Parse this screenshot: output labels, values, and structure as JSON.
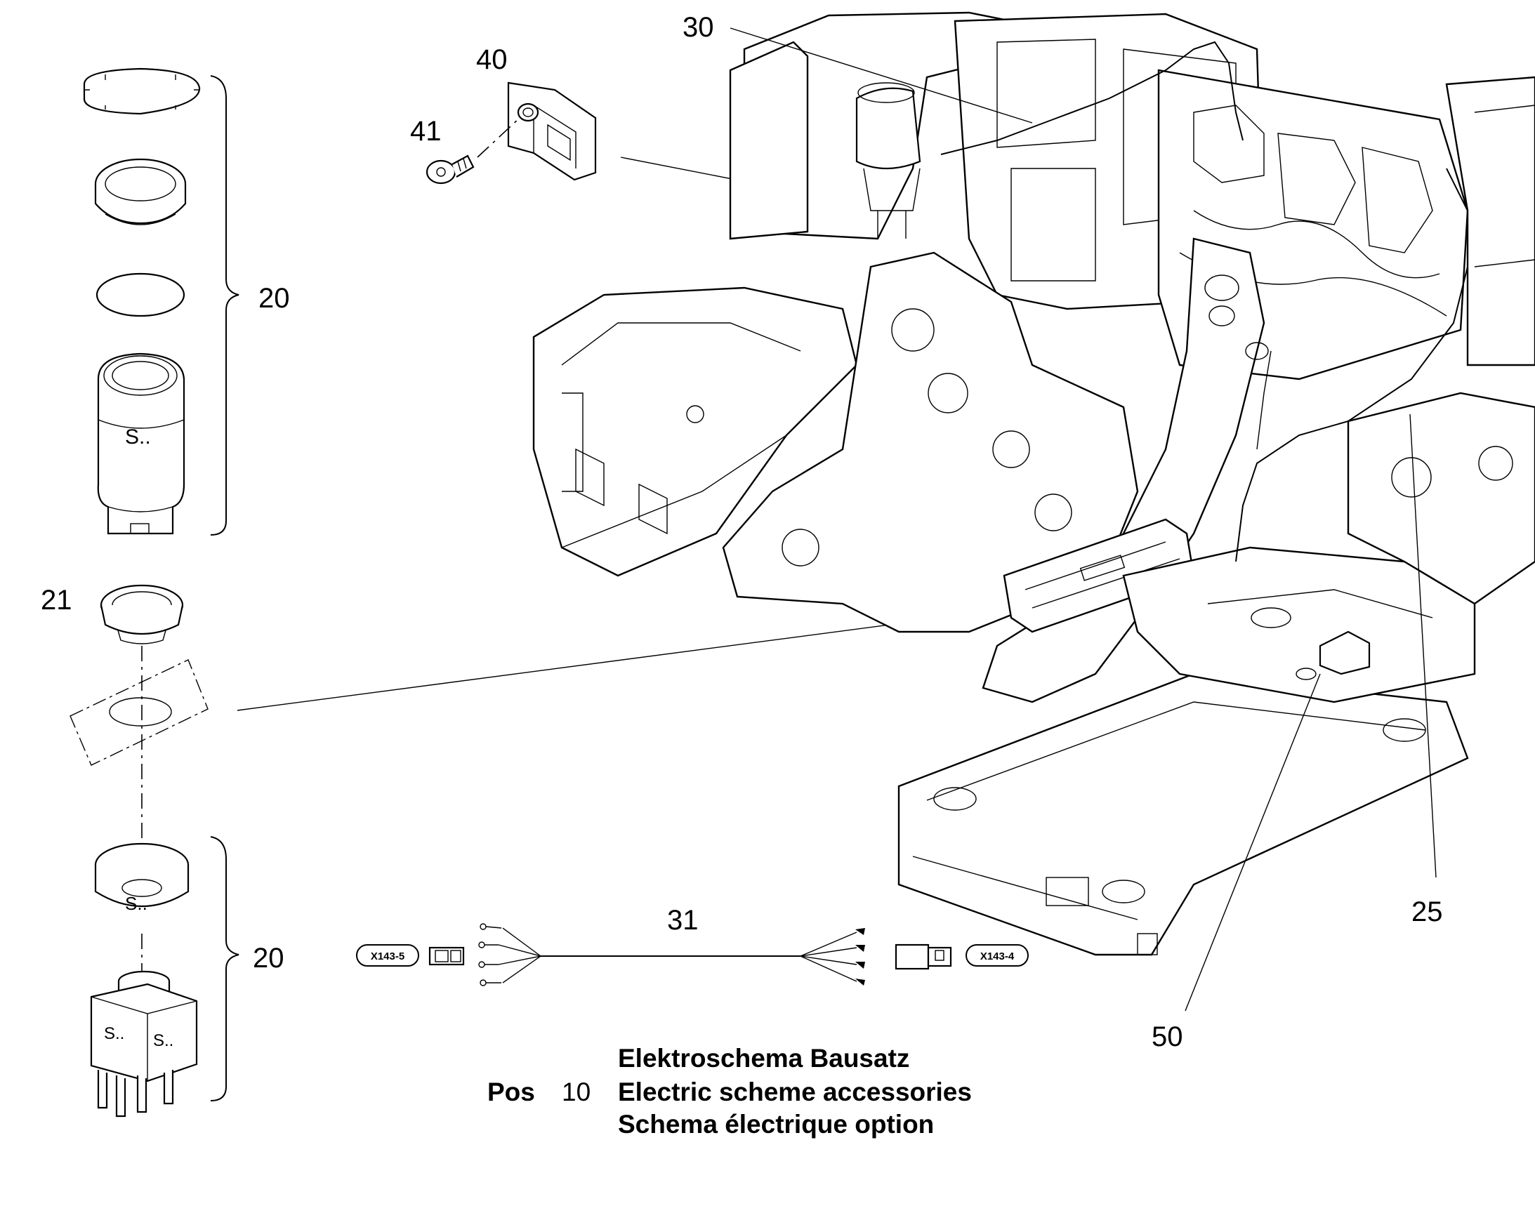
{
  "callouts": {
    "c30": "30",
    "c40": "40",
    "c41": "41",
    "c20_top": "20",
    "c21": "21",
    "c20_bottom": "20",
    "c31": "31",
    "c25": "25",
    "c50": "50"
  },
  "connectors": {
    "left": "X143-5",
    "right": "X143-4"
  },
  "switch_marking": "S..",
  "legend": {
    "pos_label": "Pos",
    "pos_number": "10",
    "line_de": "Elektroschema Bausatz",
    "line_en": "Electric scheme accessories",
    "line_fr": "Schema électrique option"
  }
}
